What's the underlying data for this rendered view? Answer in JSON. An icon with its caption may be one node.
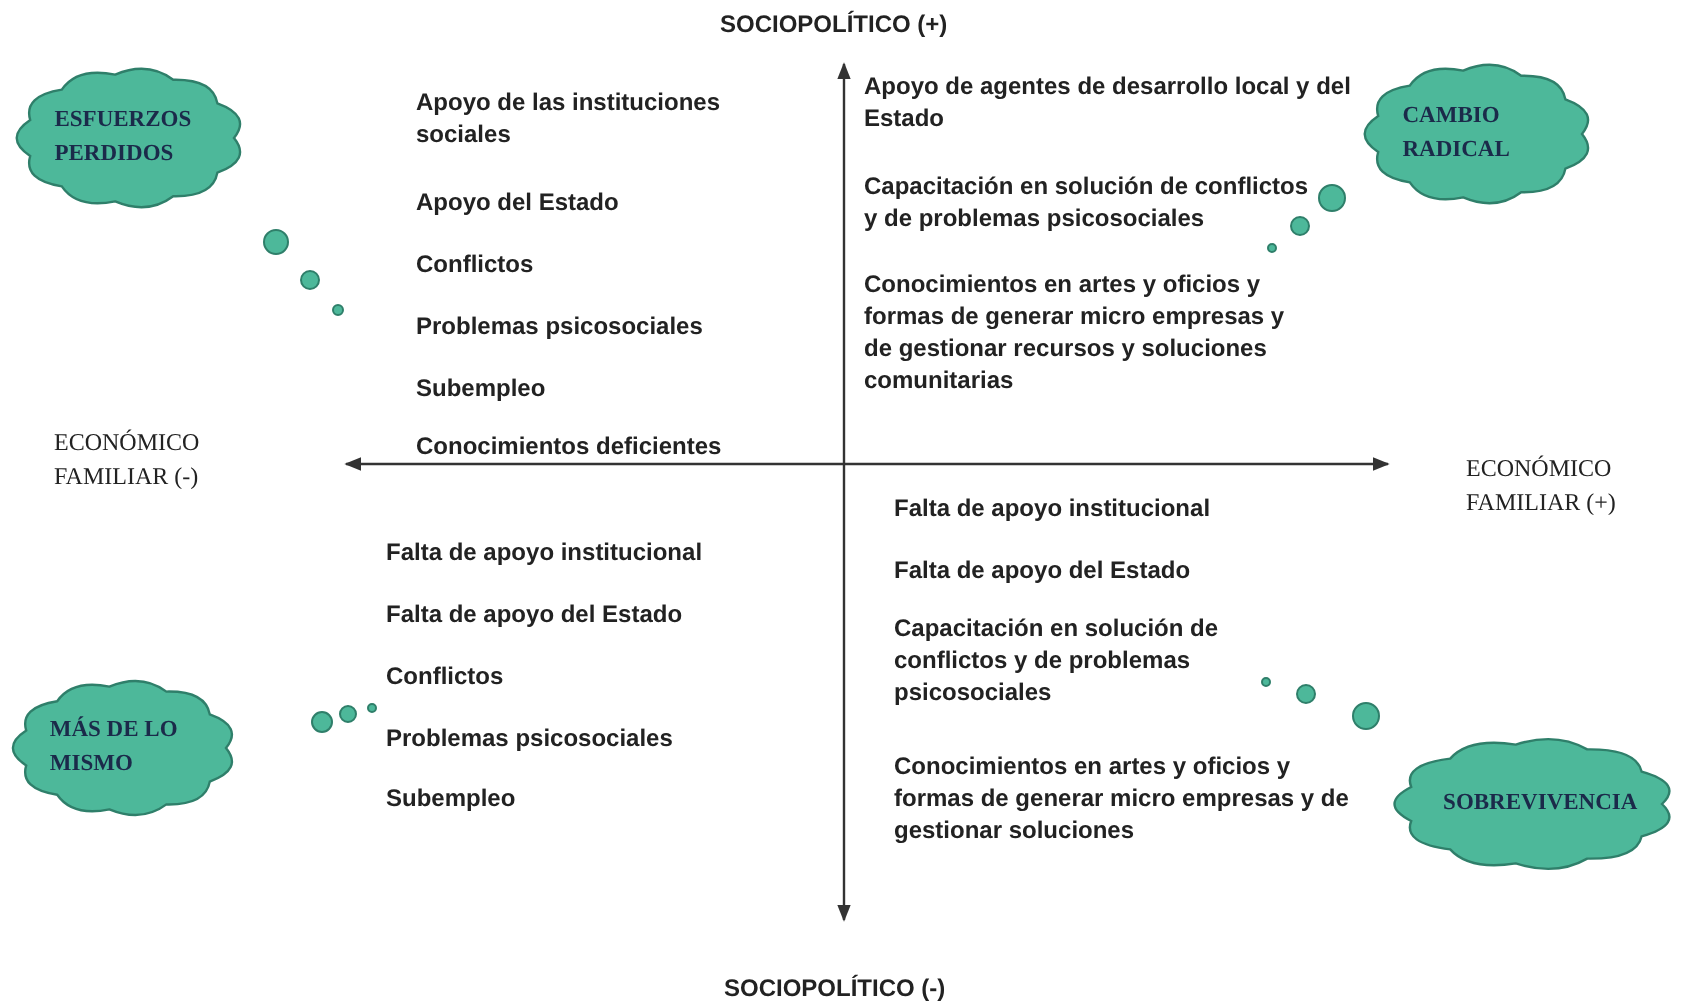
{
  "diagram": {
    "nodes": [
      {
        "text": [
          "ESFUERZOS PERDIDOS"
        ]
      },
      {
        "text": [
          "CAMBIO RADICAL"
        ]
      },
      {
        "text": [
          "MÁS DE LO MISMO"
        ]
      },
      {
        "text": [
          "SOBREVIVENCIA"
        ]
      }
    ],
    "labels": [
      "SOCIOPOLÍTICO (+)",
      "Apoyo de las instituciones sociales",
      "Apoyo del Estado",
      "Conflictos",
      "Problemas psicosociales",
      "Subempleo",
      "Conocimientos deficientes",
      "Apoyo de agentes de desarrollo local y del Estado",
      "Capacitación en solución de conflictos y de problemas psicosociales",
      "Conocimientos en artes y oficios y formas de generar micro empresas y de gestionar recursos y soluciones comunitarias",
      "ECONÓMICO FAMILIAR (-)",
      "ECONÓMICO FAMILIAR (+)",
      "Falta de apoyo institucional",
      "Falta de apoyo del Estado",
      "Conflictos",
      "Problemas psicosociales",
      "Subempleo",
      "Falta de apoyo institucional",
      "Falta de apoyo del Estado",
      "Capacitación en solución de conflictos y de problemas psicosociales",
      "Conocimientos en artes y oficios y formas de generar micro empresas y de gestionar soluciones",
      "SOCIOPOLÍTICO (-)"
    ]
  }
}
